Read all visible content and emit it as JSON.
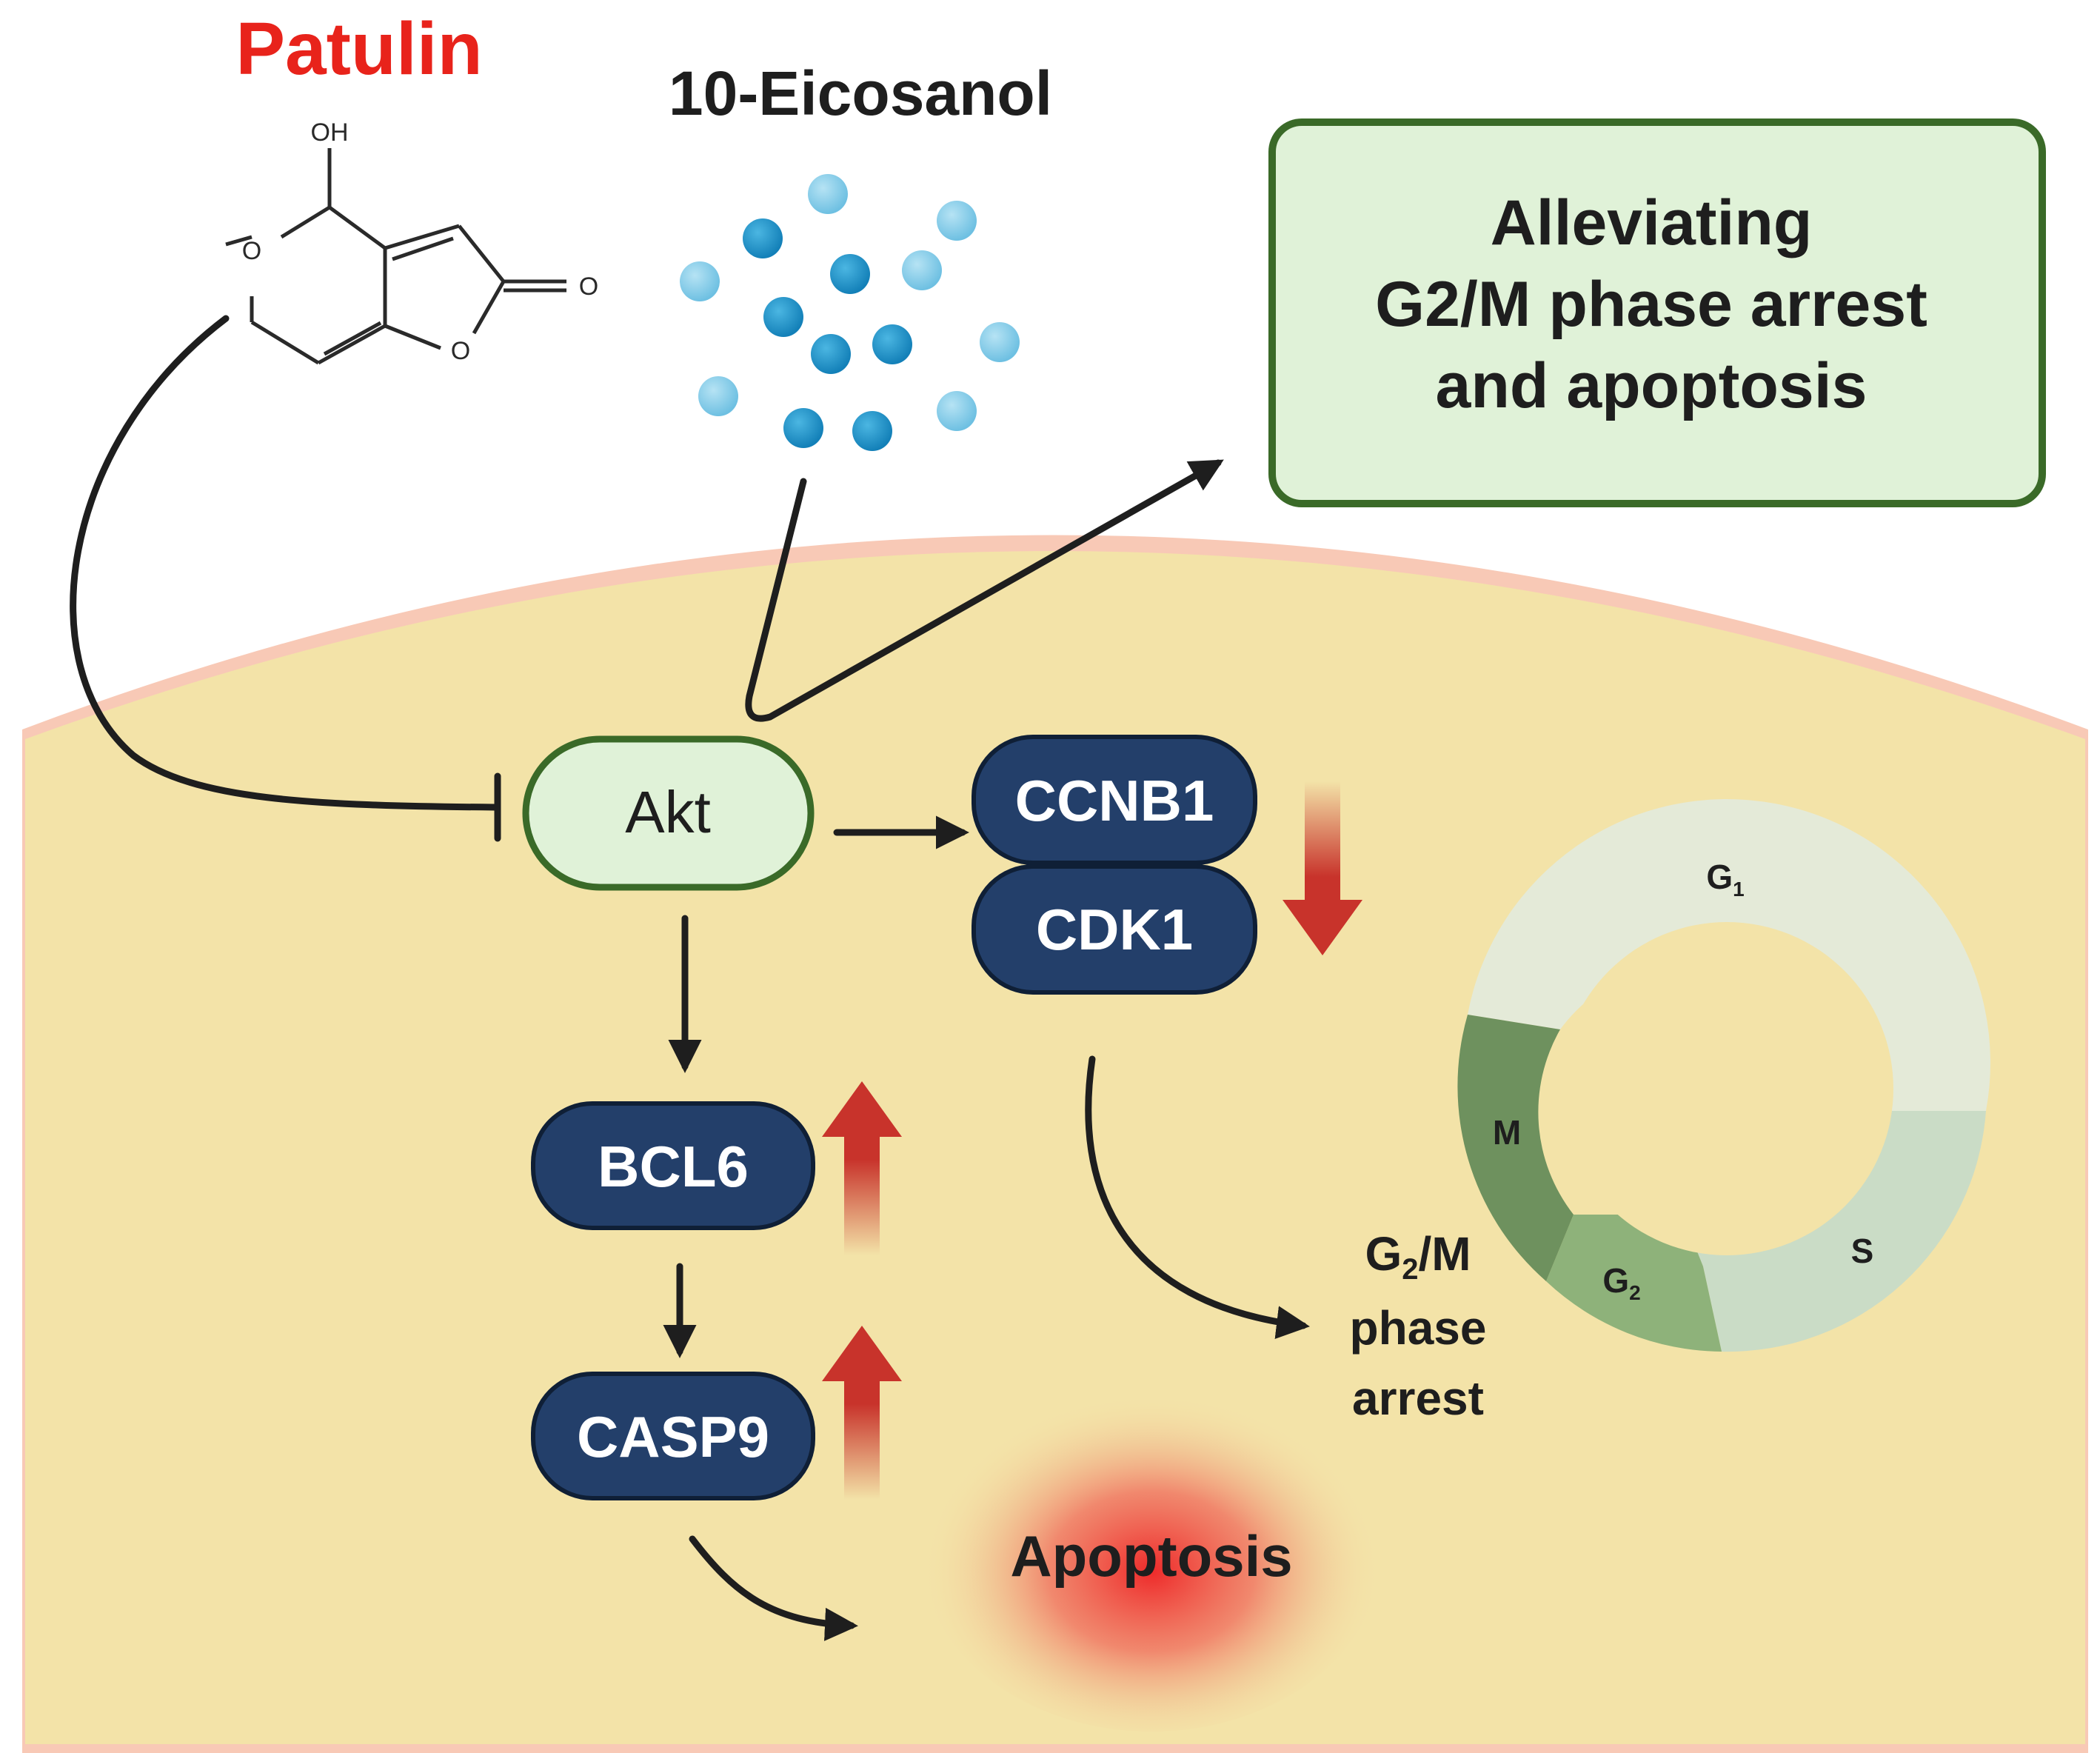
{
  "title_patulin": "Patulin",
  "title_eicosanol": "10-Eicosanol",
  "outcome": {
    "line1": "Alleviating",
    "line2": "G2/M phase arrest",
    "line3": "and apoptosis"
  },
  "molecule": {
    "oh": "OH",
    "ring_o": "O",
    "ring_o2": "O",
    "carbonyl_o": "O"
  },
  "nodes": {
    "akt": "Akt",
    "ccnb1": "CCNB1",
    "cdk1": "CDK1",
    "bcl6": "BCL6",
    "casp9": "CASP9"
  },
  "apoptosis": "Apoptosis",
  "arrest": {
    "line1_a": "G",
    "line1_sub": "2",
    "line1_b": "/M",
    "line2": "phase",
    "line3": "arrest"
  },
  "cycle": {
    "g1": "G",
    "g1_sub": "1",
    "s": "S",
    "g2": "G",
    "g2_sub": "2",
    "m": "M"
  },
  "colors": {
    "patulin_red": "#e8231b",
    "node_blue": "#233f6a",
    "cytoplasm": "#f3e3a8",
    "membrane": "#f4b9a3",
    "outcome_fill": "#e0f2d8",
    "outcome_border": "#3a6a28",
    "akt_fill": "#e0f2d8",
    "arrow_red": "#c8332b",
    "dot_light": "#8ed0ea",
    "dot_dark": "#1d8fc4",
    "phase_g1": "#e4ead8",
    "phase_s": "#cadcc6",
    "phase_g2": "#8eb27a",
    "phase_m": "#6e915e"
  }
}
